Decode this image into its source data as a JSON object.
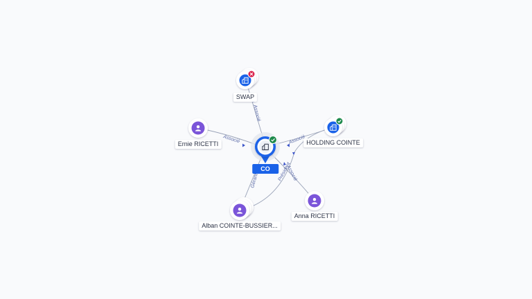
{
  "center": {
    "label": "CO",
    "status": "active",
    "icon": "building-icon"
  },
  "nodes": [
    {
      "id": "swap",
      "label": "SWAP",
      "kind": "company",
      "status": "inactive",
      "icon": "building-icon"
    },
    {
      "id": "holding",
      "label": "HOLDING COINTE",
      "kind": "company",
      "status": "active",
      "icon": "building-icon"
    },
    {
      "id": "ernie",
      "label": "Ernie RICETTI",
      "kind": "person",
      "icon": "person-icon"
    },
    {
      "id": "anna",
      "label": "Anna RICETTI",
      "kind": "person",
      "icon": "person-icon"
    },
    {
      "id": "alban",
      "label": "Alban COINTE-BUSSIER...",
      "kind": "person",
      "icon": "person-icon"
    }
  ],
  "edges": [
    {
      "from": "swap",
      "label": "Associé"
    },
    {
      "from": "holding",
      "label": "Associé"
    },
    {
      "from": "ernie",
      "label": "Associé"
    },
    {
      "from": "anna",
      "label": "Associé"
    },
    {
      "from": "alban",
      "label": "Gérant"
    },
    {
      "from": "alban",
      "label": "Président"
    }
  ],
  "colors": {
    "company": "#1a62e8",
    "person": "#7b55d9",
    "active": "#1e8a4c",
    "inactive": "#d9204a",
    "edge": "#9aa3b8",
    "edge_label": "#5b6aa8",
    "center_tag": "#1a62e8"
  }
}
